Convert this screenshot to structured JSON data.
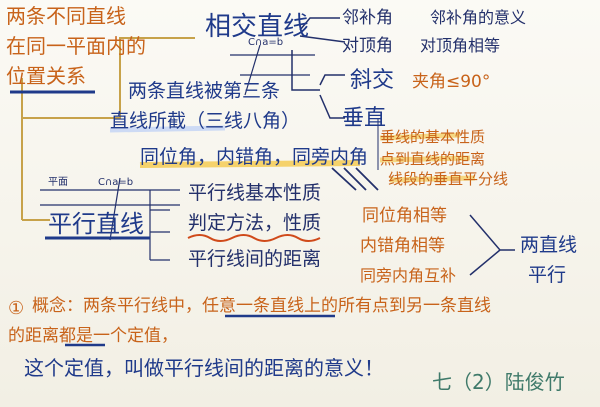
{
  "topLeft": {
    "line1": "两条不同直线",
    "line2": "在同一平面内的",
    "line3": "位置关系"
  },
  "intersect": {
    "title": "相交直线",
    "adjacent": "邻补角",
    "adjacentNote": "邻补角的意义",
    "vertical": "对顶角",
    "verticalNote": "对顶角相等",
    "oblique": "斜交",
    "obliqueNote": "夹角≤90°",
    "perp": "垂直",
    "perpNote1": "垂线的基本性质",
    "perpNote2": "点到直线的距离",
    "perpNote3": "线段的垂直平分线",
    "cut1": "两条直线被第三条",
    "cut2": "直线所截（三线八角）",
    "angles": "同位角，内错角，同旁内角",
    "diagLabel": "C∩a=b"
  },
  "parallel": {
    "title": "平行直线",
    "diagLabel1": "平面",
    "diagLabel2": "C∩a=b",
    "basic": "平行线基本性质",
    "method": "判定方法，性质",
    "distance": "平行线间的距离",
    "prop1": "同位角相等",
    "prop2": "内错角相等",
    "prop3": "同旁内角互补",
    "conclusion1": "两直线",
    "conclusion2": "平行"
  },
  "concept": {
    "num": "①",
    "line1": "概念：两条平行线中，任意一条直线上的所有点到另一条直线",
    "line2": "的距离都是一个定值，",
    "line3": "这个定值，叫做平行线间的距离的意义！"
  },
  "author": "七（2）陆俊竹"
}
